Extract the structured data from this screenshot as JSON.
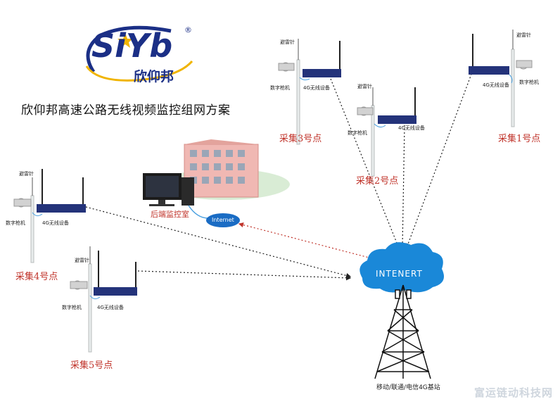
{
  "logo": {
    "brand_text": "SiYb",
    "registered": "®",
    "cn_name": "欣仰邦"
  },
  "title": "欣仰邦高速公路无线视频监控组网方案",
  "labels": {
    "lightning_rod": "避雷针",
    "camera": "数字枪机",
    "device": "4G无线设备"
  },
  "points": {
    "p1": "采集1号点",
    "p2": "采集2号点",
    "p3": "采集3号点",
    "p4": "采集4号点",
    "p5": "采集5号点"
  },
  "control_room": "后端监控室",
  "internet_bubble": "Internet",
  "cloud_text": "INTENERT",
  "tower_label": "移动/联通/电信4G基站",
  "watermark": "富运链动科技网",
  "colors": {
    "brand_blue": "#1b2f86",
    "point_red": "#c0332a",
    "cloud_blue": "#1a88d8",
    "building_pink": "#e9a9a4"
  }
}
